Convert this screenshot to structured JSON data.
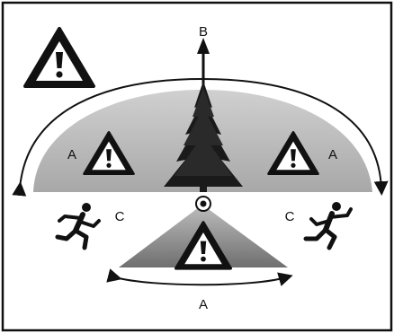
{
  "diagram": {
    "labels": {
      "top_arrow": "B",
      "left_zone": "A",
      "right_zone": "A",
      "bottom_arc": "A",
      "left_runner": "C",
      "right_runner": "C"
    },
    "icons": [
      "warning-icon",
      "tree-icon",
      "person-running-icon"
    ],
    "colors": {
      "upper_zone": "#b5b5b5",
      "lower_zone": "#8a8a8a",
      "ink": "#111111",
      "background": "#ffffff"
    }
  }
}
